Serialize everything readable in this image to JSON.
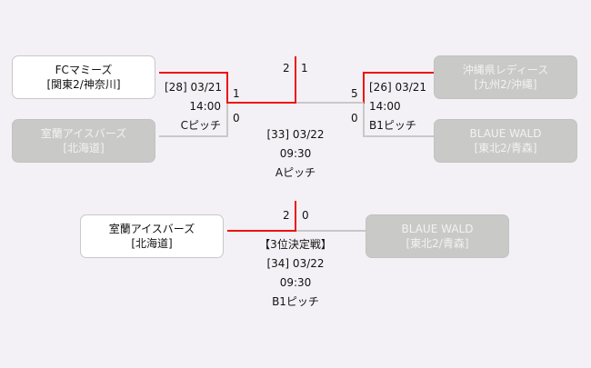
{
  "semifinal_left": {
    "match_label": "[28] 03/21",
    "time": "14:00",
    "pitch": "Cピッチ",
    "team_top": {
      "name": "FCマミーズ",
      "region": "[関東2/神奈川]",
      "score": "1"
    },
    "team_bottom": {
      "name": "室蘭アイスバーズ",
      "region": "[北海道]",
      "score": "0"
    }
  },
  "semifinal_right": {
    "match_label": "[26] 03/21",
    "time": "14:00",
    "pitch": "B1ピッチ",
    "team_top": {
      "name": "沖縄県レディース",
      "region": "[九州2/沖縄]",
      "score": "5"
    },
    "team_bottom": {
      "name": "BLAUE WALD",
      "region": "[東北2/青森]",
      "score": "0"
    }
  },
  "final": {
    "match_label": "[33] 03/22",
    "time": "09:30",
    "pitch": "Aピッチ",
    "score_left": "2",
    "score_right": "1"
  },
  "third_place": {
    "title": "【3位決定戦】",
    "match_label": "[34] 03/22",
    "time": "09:30",
    "pitch": "B1ピッチ",
    "score_left": "2",
    "score_right": "0",
    "team_left": {
      "name": "室蘭アイスバーズ",
      "region": "[北海道]"
    },
    "team_right": {
      "name": "BLAUE WALD",
      "region": "[東北2/青森]"
    }
  },
  "colors": {
    "winner_line": "#ee1111",
    "loser_line": "#c8c8c8"
  }
}
